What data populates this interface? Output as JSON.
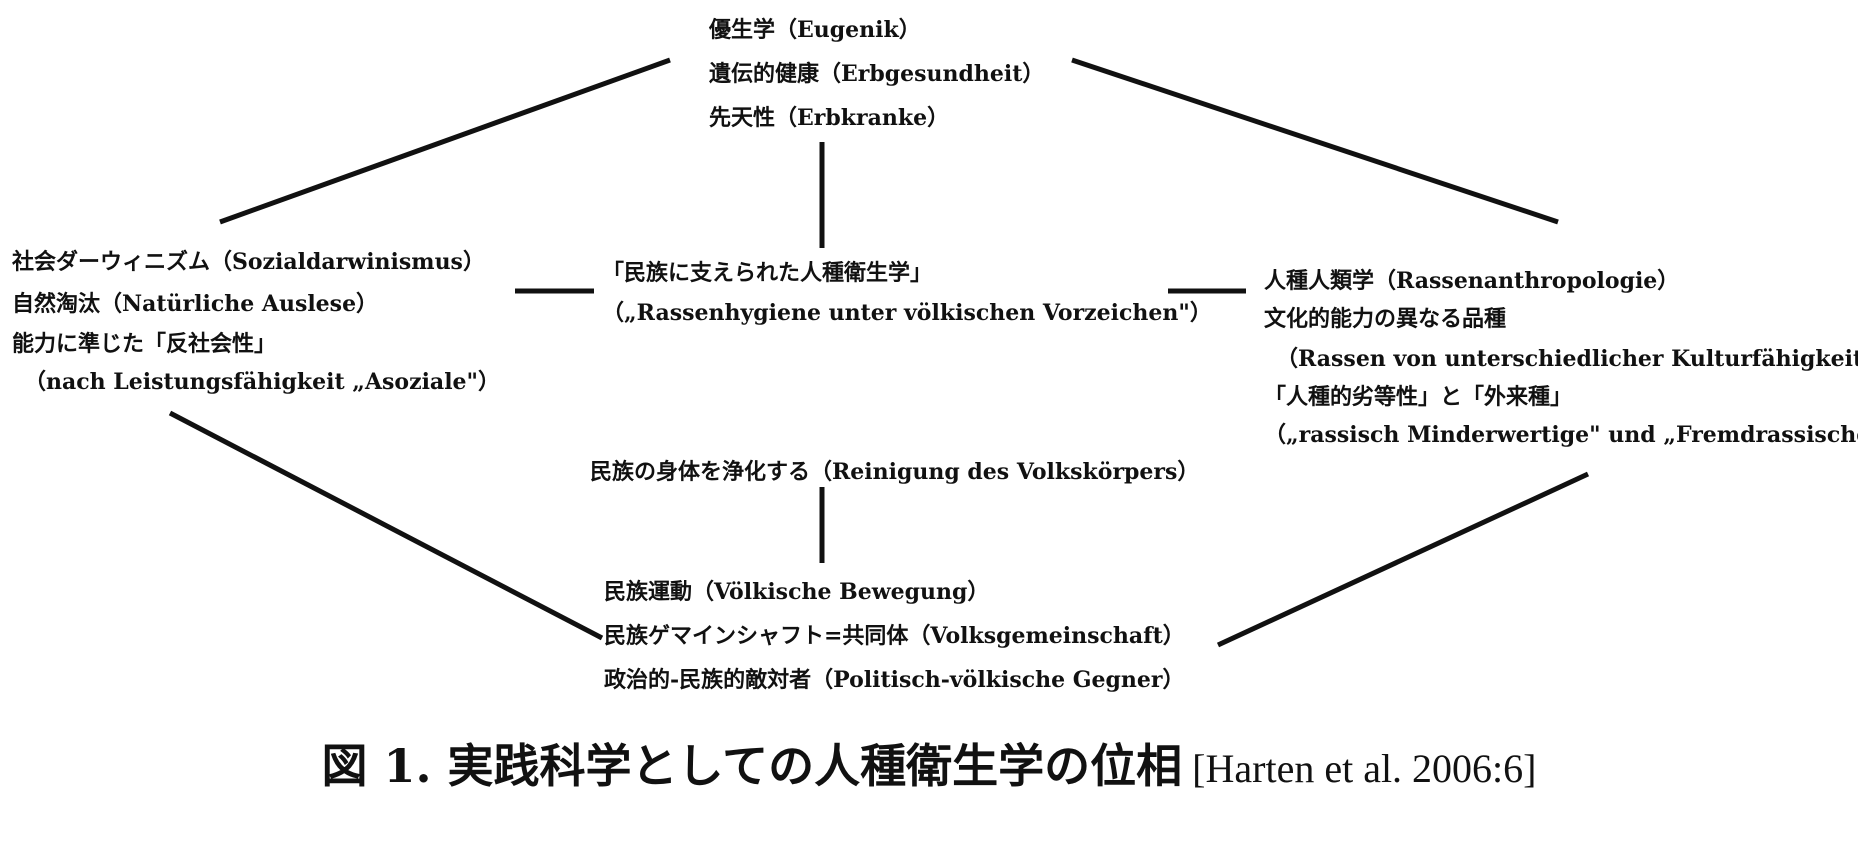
{
  "nodes": {
    "top": {
      "lines": [
        "優生学（Eugenik）",
        "遺伝的健康（Erbgesundheit）",
        "先天性（Erbkranke）"
      ]
    },
    "left": {
      "lines": [
        "社会ダーウィニズム（Sozialdarwinismus）",
        "自然淘汰（Natürliche Auslese）",
        "能力に準じた「反社会性」",
        "（nach Leistungsfähigkeit „Asoziale\"）"
      ]
    },
    "center": {
      "lines": [
        "「民族に支えられた人種衛生学」",
        "（„Rassenhygiene unter völkischen Vorzeichen\"）"
      ]
    },
    "right": {
      "lines": [
        "人種人類学（Rassenanthropologie）",
        "文化的能力の異なる品種",
        "（Rassen von unterschiedlicher Kulturfähigkeit）",
        "「人種的劣等性」と「外来種」",
        "（„rassisch Minderwertige\" und „Fremdrassische\"）"
      ]
    },
    "purify": {
      "lines": [
        "民族の身体を浄化する（Reinigung des Volkskörpers）"
      ]
    },
    "bottom": {
      "lines": [
        "民族運動（Völkische Bewegung）",
        "民族ゲマインシャフト=共同体（Volksgemeinschaft）",
        "政治的-民族的敵対者（Politisch-völkische Gegner）"
      ]
    }
  },
  "caption": {
    "figure_label": "図 1. 実践科学としての人種衛生学の位相",
    "source": "[Harten et al. 2006:6]"
  },
  "colors": {
    "ink": "#111111",
    "background": "#ffffff"
  }
}
